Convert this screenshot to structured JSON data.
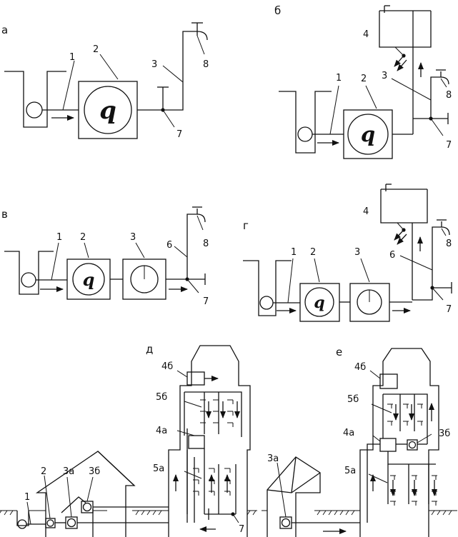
{
  "panels": {
    "a": {
      "letter": "а",
      "labels": {
        "1": "1",
        "2": "2",
        "3": "3",
        "7": "7",
        "8": "8"
      },
      "pump_symbol": "q"
    },
    "b": {
      "letter": "б",
      "labels": {
        "1": "1",
        "2": "2",
        "3": "3",
        "4": "4",
        "7": "7",
        "8": "8"
      },
      "pump_symbol": "q"
    },
    "v": {
      "letter": "в",
      "labels": {
        "1": "1",
        "2": "2",
        "3": "3",
        "6": "6",
        "7": "7",
        "8": "8"
      },
      "pump_symbol": "q"
    },
    "g": {
      "letter": "г",
      "labels": {
        "1": "1",
        "2": "2",
        "3": "3",
        "4": "4",
        "6": "6",
        "7": "7",
        "8": "8"
      },
      "pump_symbol": "q"
    },
    "d": {
      "letter": "д",
      "labels": {
        "1": "1",
        "2": "2",
        "3a": "3а",
        "3b": "3б",
        "4a": "4а",
        "4b": "4б",
        "5a": "5а",
        "5b": "5б",
        "7": "7"
      }
    },
    "e": {
      "letter": "е",
      "labels": {
        "3a": "3а",
        "3b": "3б",
        "4a": "4а",
        "4b": "4б",
        "5a": "5а",
        "5b": "5б"
      }
    }
  }
}
